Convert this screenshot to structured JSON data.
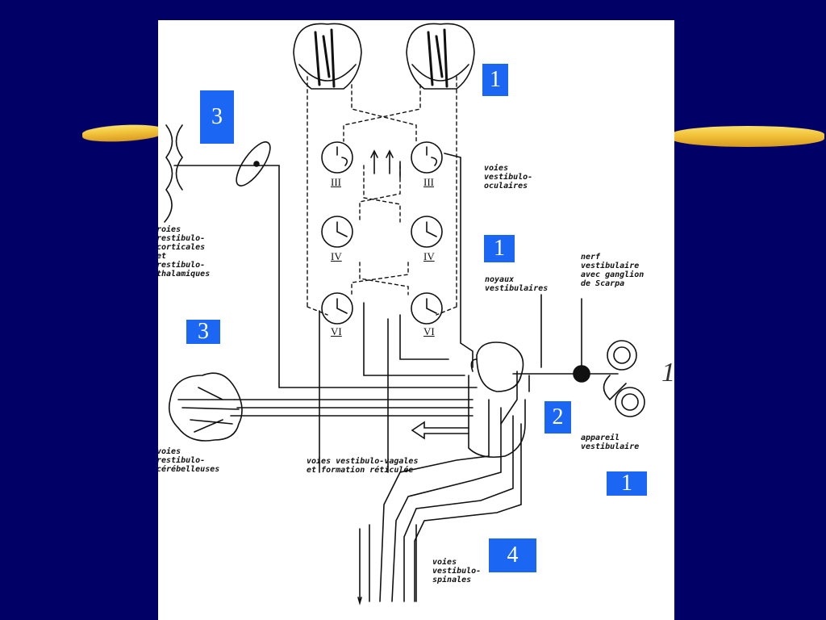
{
  "badges": [
    "1",
    "3",
    "1",
    "3",
    "2",
    "1",
    "4"
  ],
  "labels": {
    "voies_vestibulo_oculaires": "voies\nvestibulo-\noculaires",
    "voies_vestibulo_corticales": "roies\nrestibulo-\ncorticales\net\nrestibulo-\nthalamiques",
    "noyaux_vestibulaires": "noyaux\nvestibulaires",
    "nerf_vestibulaire": "nerf\nvestibulaire\navec ganglion\nde Scarpa",
    "voies_vestibulo_cerebelleuses": "voies\nrestibulo-\ncérébelleuses",
    "voies_vestibulo_vagales": "voies vestibulo-vagales\net formation réticulée",
    "appareil_vestibulaire": "appareil\nvestibulaire",
    "voies_vestibulo_spinales": "voies\nvestibulo-\nspinales",
    "side_mark": "1"
  },
  "nuclei": [
    "III",
    "III",
    "IV",
    "IV",
    "VI",
    "VI"
  ],
  "colors": {
    "background": "#000066",
    "badge": "#1b66f2",
    "brush": "#f2c23a"
  }
}
